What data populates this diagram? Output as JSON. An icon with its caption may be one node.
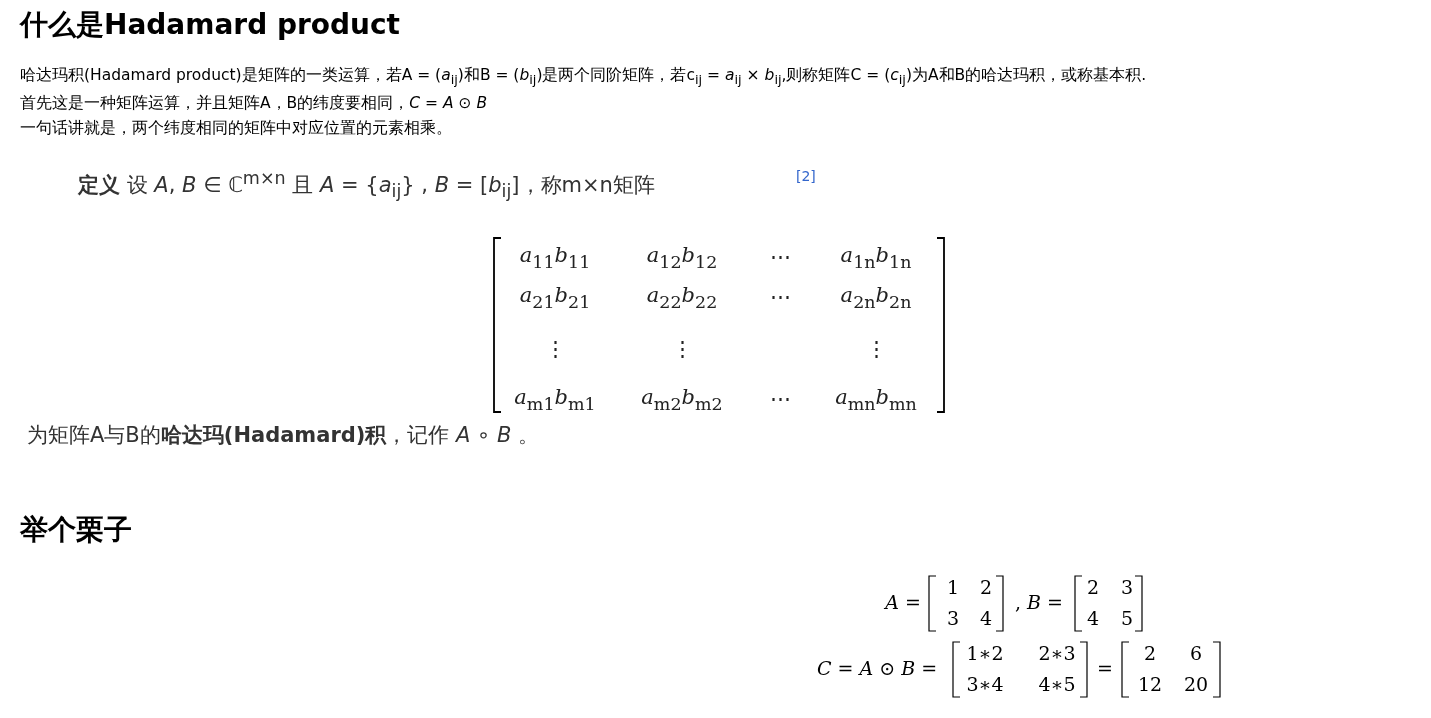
{
  "diagram": {
    "title": "什么是Hadamard product",
    "labels": [
      "哈达玛积(Hadamard product)是矩阵的一类运算，若A = (*a*$_{ij}$)和B = (*b*$_{ij}$)是两个同阶矩阵，若c$_{ij}$ = *a*$_{ij}$ × *b*$_{ij}$,则称矩阵C = (*c*$_{ij}$)为A和B的哈达玛积，或称基本积.",
      "首先这是一种矩阵运算，并且矩阵A，B的纬度要相同，*C* = *A* ⊙ *B*",
      "一句话讲就是，两个纬度相同的矩阵中对应位置的元素相乘。",
      "**定义** 设 *A*, *B* ∈ ℂ$^{m×n}$ 且 *A* = {*a*$_{ij}$} , *B* = [*b*$_{ij}$]，称m×n矩阵",
      "[2]",
      "*a*$_{11}$*b*$_{11}$",
      "*a*$_{12}$*b*$_{12}$",
      "⋯",
      "*a*$_{1n}$*b*$_{1n}$",
      "*a*$_{21}$*b*$_{21}$",
      "*a*$_{22}$*b*$_{22}$",
      "⋯",
      "*a*$_{2n}$*b*$_{2n}$",
      "⋮",
      "⋮",
      "⋮",
      "*a*$_{m1}$*b*$_{m1}$",
      "*a*$_{m2}$*b*$_{m2}$",
      "⋯",
      "*a*$_{mn}$*b*$_{mn}$",
      "为矩阵A与B的**哈达玛(Hadamard)积**，记作 *A* ∘ *B* 。",
      "举个栗子",
      "*A* =",
      "1",
      "2",
      "3",
      "4",
      ", *B* =",
      "2",
      "3",
      "4",
      "5",
      "*C* = *A* ⊙ *B* =",
      "1∗2",
      "2∗3",
      "3∗4",
      "4∗5",
      "=",
      "2",
      "6",
      "12",
      "20"
    ]
  }
}
